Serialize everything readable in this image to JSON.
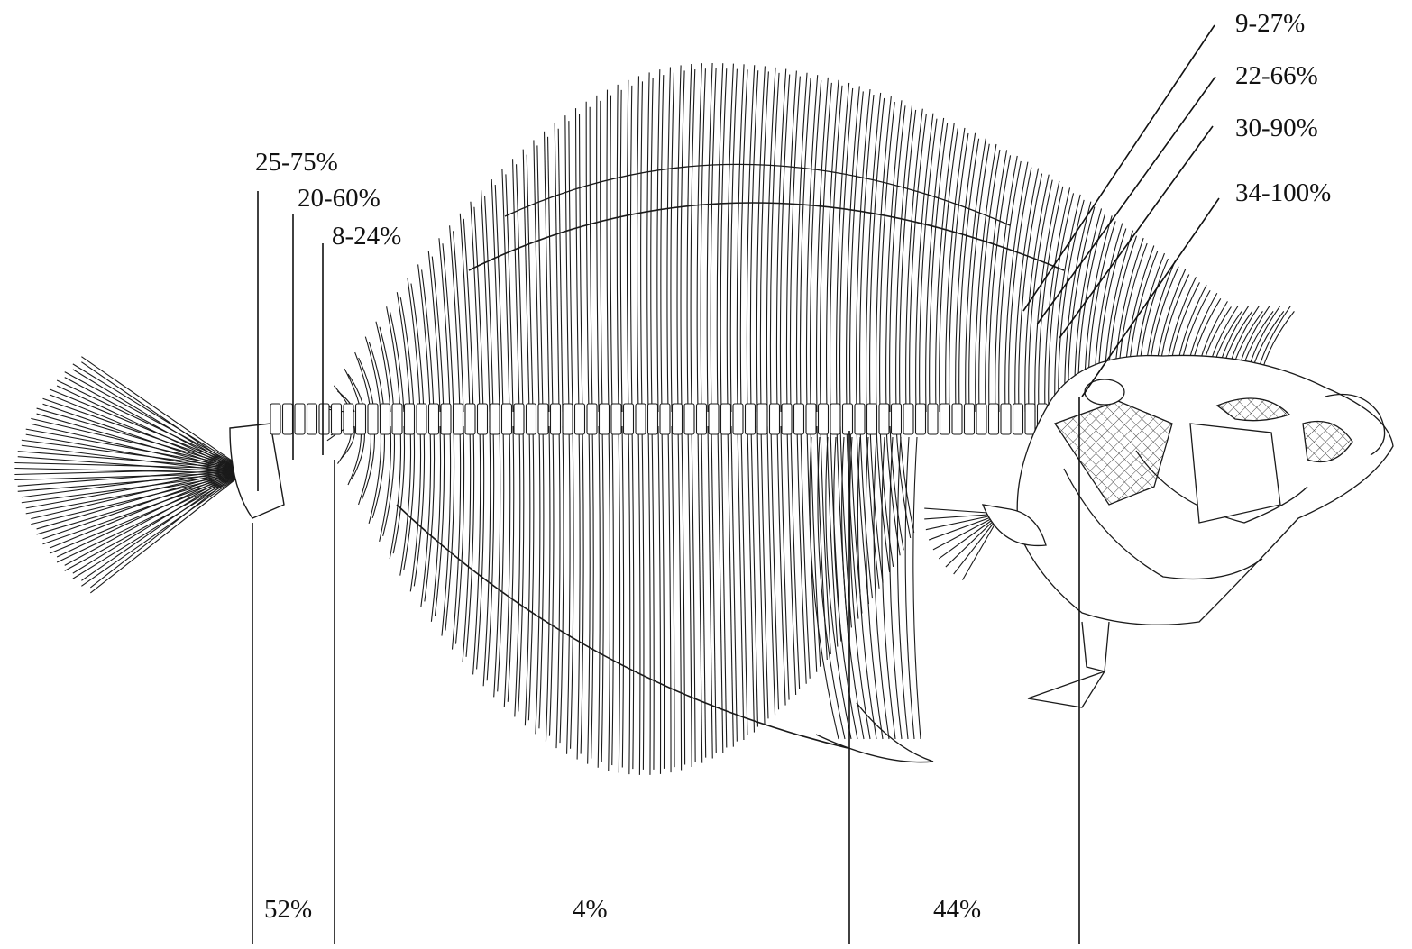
{
  "figure": {
    "colors": {
      "ink": "#1a1a1a",
      "background": "#ffffff",
      "hatch": "#333333"
    },
    "upper_labels_right": [
      "9-27%",
      "22-66%",
      "30-90%",
      "34-100%"
    ],
    "upper_labels_left": [
      "25-75%",
      "20-60%",
      "8-24%"
    ],
    "bottom_labels": [
      "52%",
      "4%",
      "44%"
    ]
  }
}
